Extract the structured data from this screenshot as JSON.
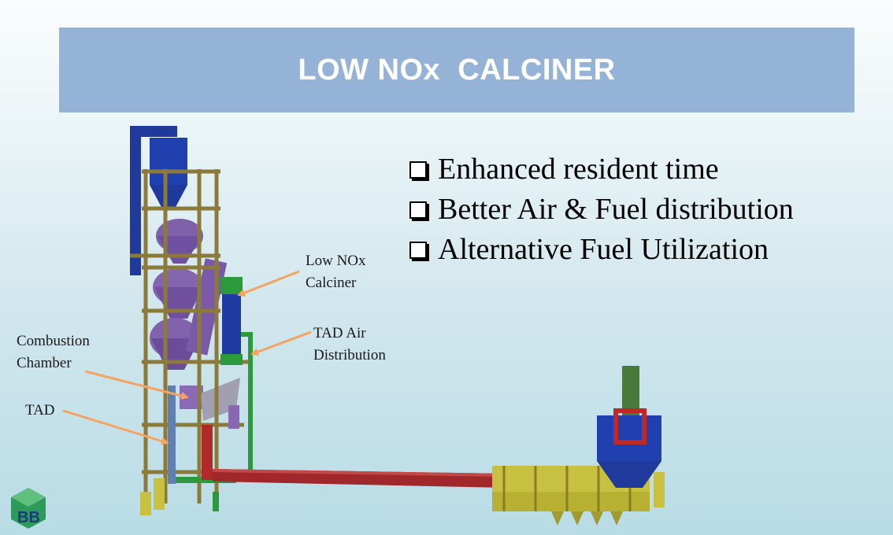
{
  "slide": {
    "title": "LOW NOx  CALCINER",
    "bullets": [
      "Enhanced resident time",
      "Better Air & Fuel distribution",
      "Alternative Fuel Utilization"
    ],
    "labels": {
      "low_nox_calciner": "Low NOx\nCalciner",
      "tad_air_distribution": "TAD Air\nDistribution",
      "combustion_chamber": "Combustion\nChamber",
      "tad": "TAD"
    },
    "logo_text": "BB",
    "colors": {
      "title_bar": "#95b3d7",
      "arrow": "#f4a460",
      "tower_frame": "#8b7a3a",
      "cyclone": "#8060a8",
      "duct_blue": "#1f3a9a",
      "calciner_green": "#2c9a3c",
      "kiln_red": "#a0282a",
      "cooler_yellow": "#c8c040"
    }
  }
}
